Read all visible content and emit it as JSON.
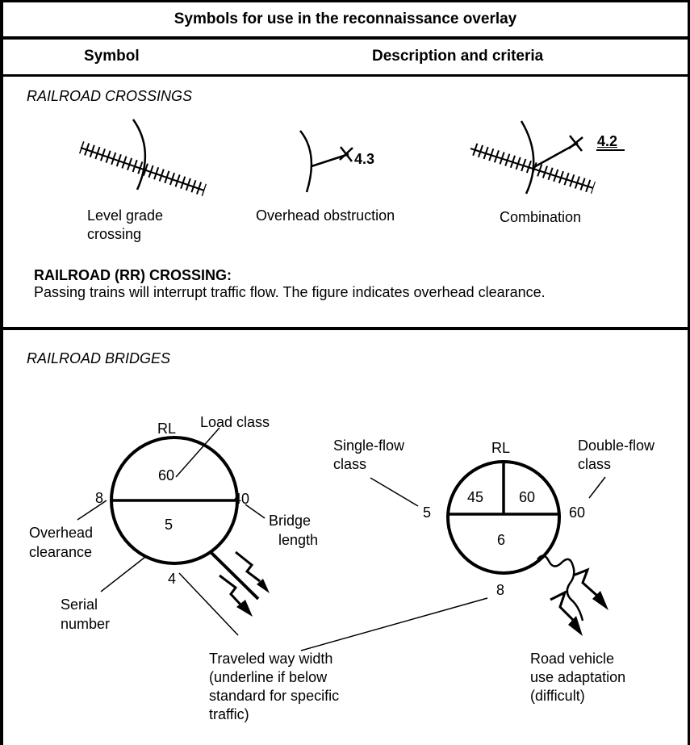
{
  "header": {
    "title": "Symbols for use in the reconnaissance overlay",
    "col_symbol": "Symbol",
    "col_description": "Description and criteria"
  },
  "crossings": {
    "section_title": "RAILROAD CROSSINGS",
    "labels": {
      "level_line1": "Level grade",
      "level_line2": "crossing",
      "overhead": "Overhead obstruction",
      "combination": "Combination"
    },
    "values": {
      "overhead_clearance": "4.3",
      "combination_clearance": "4.2"
    },
    "description_heading": "RAILROAD  (RR) CROSSING:",
    "description_text": "Passing trains will interrupt traffic flow. The figure indicates overhead clearance."
  },
  "bridges": {
    "section_title": "RAILROAD BRIDGES",
    "left": {
      "type": "RL",
      "load_class": "60",
      "overhead_clearance": "8",
      "length": "40",
      "serial": "5",
      "width": "4"
    },
    "right": {
      "type": "RL",
      "single_flow": "45",
      "double_flow": "60",
      "serial": "6",
      "single_flow_outside": "5",
      "double_flow_outside": "60",
      "width": "8"
    },
    "callouts": {
      "load_class": "Load class",
      "overhead_clearance_1": "Overhead",
      "overhead_clearance_2": "clearance",
      "bridge_length_1": "Bridge",
      "bridge_length_2": "length",
      "serial_number_1": "Serial",
      "serial_number_2": "number",
      "single_flow_1": "Single-flow",
      "single_flow_2": "class",
      "double_flow_1": "Double-flow",
      "double_flow_2": "class",
      "traveled_1": "Traveled way width",
      "traveled_2": "(underline if below",
      "traveled_3": "standard for specific",
      "traveled_4": "traffic)",
      "road_vehicle_1": "Road vehicle",
      "road_vehicle_2": "use adaptation",
      "road_vehicle_3": "(difficult)"
    }
  }
}
